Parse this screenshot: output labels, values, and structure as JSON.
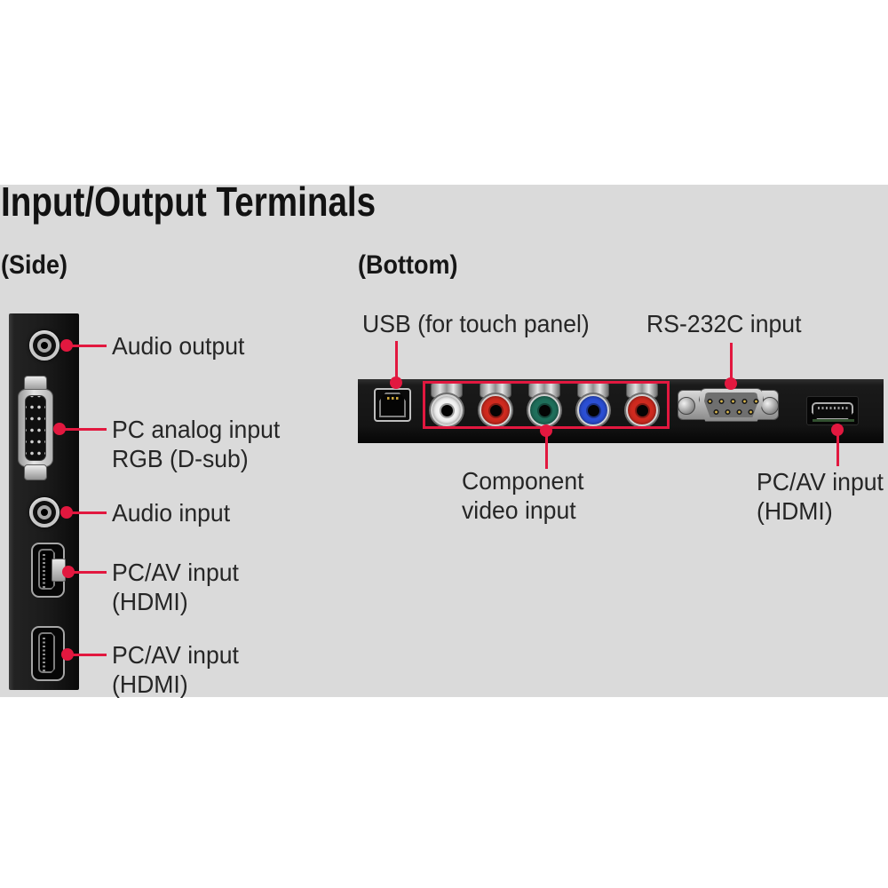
{
  "title": "Input/Output Terminals",
  "headings": {
    "side": "(Side)",
    "bottom": "(Bottom)"
  },
  "side_labels": [
    {
      "line1": "Audio output",
      "line2": ""
    },
    {
      "line1": "PC analog input",
      "line2": "RGB (D-sub)"
    },
    {
      "line1": "Audio input",
      "line2": ""
    },
    {
      "line1": "PC/AV input",
      "line2": "(HDMI)"
    },
    {
      "line1": "PC/AV input",
      "line2": "(HDMI)"
    }
  ],
  "bottom_labels": {
    "usb": "USB (for touch panel)",
    "rs232c": "RS-232C input",
    "component_line1": "Component",
    "component_line2": "video input",
    "hdmi_line1": "PC/AV input",
    "hdmi_line2": "(HDMI)"
  },
  "connectors": {
    "side": [
      "audio-output-jack",
      "vga-dsub-port",
      "audio-input-jack",
      "hdmi-port",
      "hdmi-port"
    ],
    "bottom": [
      "usb-b-port",
      "rca-white",
      "rca-red",
      "rca-green",
      "rca-blue",
      "rca-red",
      "rs232c-db9-port",
      "hdmi-port"
    ]
  },
  "colors": {
    "accent_red": "#e2183f",
    "band_gray": "#dadada",
    "panel_black": "#161616",
    "rca": [
      "#f2f2f2",
      "#cf2a1f",
      "#1f6f5b",
      "#2b4fd4",
      "#cf2a1f"
    ]
  }
}
